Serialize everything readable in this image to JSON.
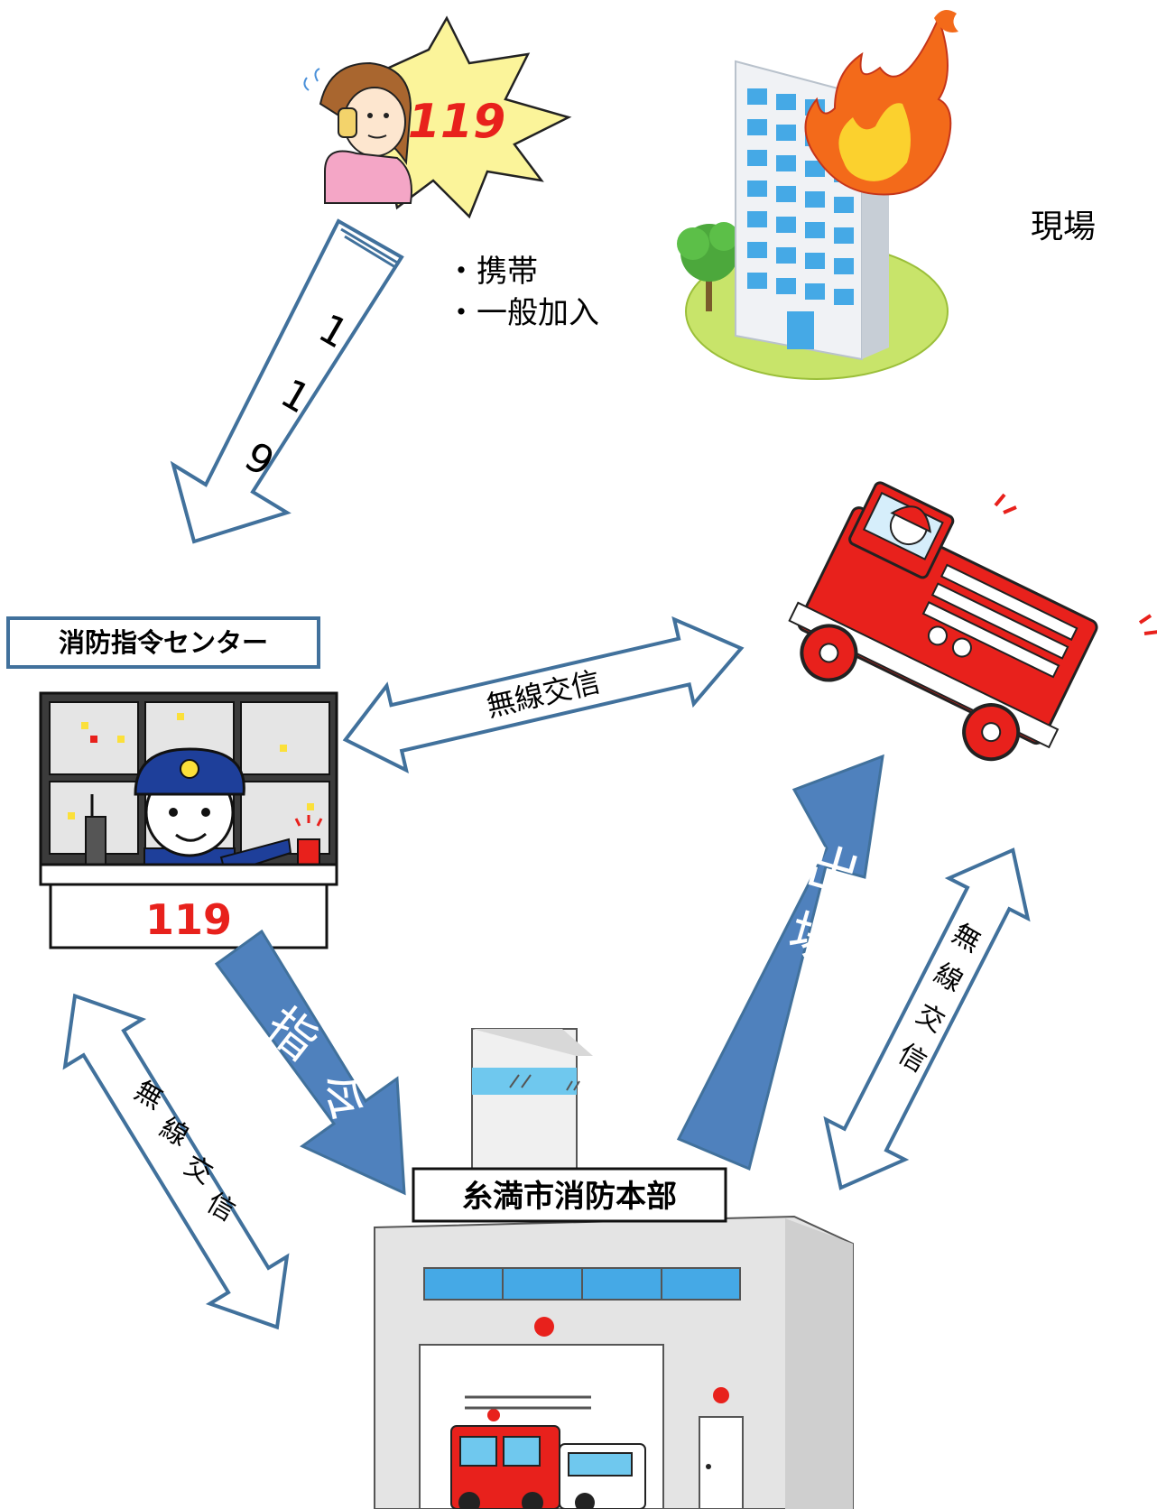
{
  "caller": {
    "badge": "119"
  },
  "call_arrow": {
    "digits": [
      "1",
      "1",
      "9"
    ]
  },
  "call_types": [
    "・携帯",
    "・一般加入"
  ],
  "scene": {
    "label": "現場"
  },
  "command_center": {
    "title": "消防指令センター",
    "desk_number": "119"
  },
  "headquarters": {
    "title": "糸満市消防本部"
  },
  "radio": {
    "label": "無線交信",
    "chars": [
      "無",
      "線",
      "交",
      "信"
    ]
  },
  "dispatch_order": {
    "chars": [
      "指",
      "令"
    ]
  },
  "turnout": {
    "chars": [
      "出",
      "場"
    ]
  },
  "colors": {
    "arrow_outline": "#41719c",
    "arrow_fill_solid": "#4f81bd",
    "fire_red": "#e8211c",
    "window_blue": "#45a9e6",
    "badge_yellow": "#fbf49a"
  }
}
